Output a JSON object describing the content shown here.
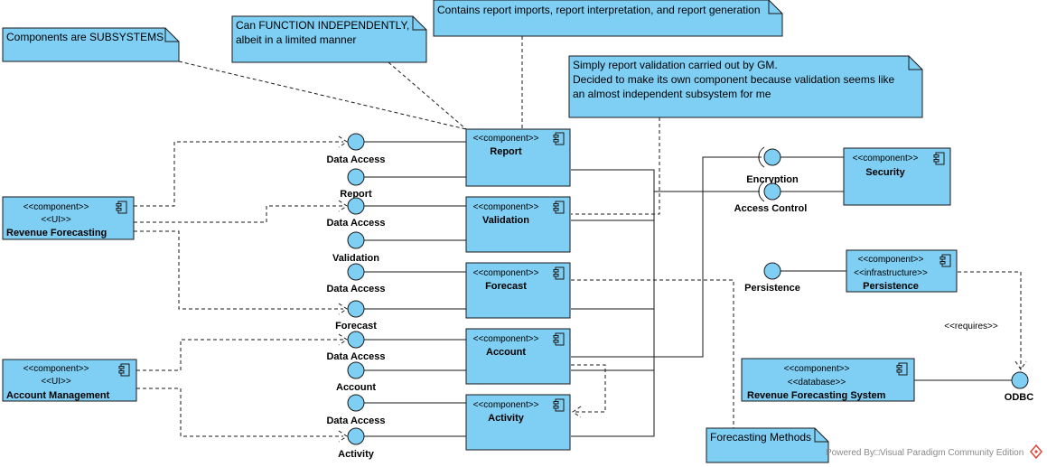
{
  "notes": {
    "subsystems": "Components are SUBSYSTEMS",
    "independent": [
      "Can FUNCTION INDEPENDENTLY,",
      "albeit in a limited manner"
    ],
    "report": "Contains report imports, report interpretation, and report generation",
    "validation": [
      "Simply report validation carried out by GM.",
      "Decided to make its own component because validation seems like",
      "an almost independent subsystem for me"
    ],
    "forecasting_methods": "Forecasting Methods"
  },
  "stereotypes": {
    "component": "<<component>>",
    "ui": "<<UI>>",
    "infrastructure": "<<infrastructure>>",
    "database": "<<database>>"
  },
  "components": {
    "report": "Report",
    "validation": "Validation",
    "forecast": "Forecast",
    "account": "Account",
    "activity": "Activity",
    "revenue_forecasting": "Revenue Forecasting",
    "account_management": "Account Management",
    "security": "Security",
    "persistence": "Persistence",
    "revenue_forecasting_system": "Revenue Forecasting System"
  },
  "interfaces": {
    "data_access": "Data Access",
    "report": "Report",
    "validation": "Validation",
    "forecast": "Forecast",
    "account": "Account",
    "activity": "Activity",
    "encryption": "Encryption",
    "access_control": "Access Control",
    "persistence": "Persistence",
    "odbc": "ODBC"
  },
  "labels": {
    "requires": "<<requires>>"
  },
  "watermark": "Powered By□Visual Paradigm Community Edition",
  "colors": {
    "fill": "#7fcef3",
    "stroke": "#1a1a1a",
    "watermark_logo": "#e0453a"
  }
}
